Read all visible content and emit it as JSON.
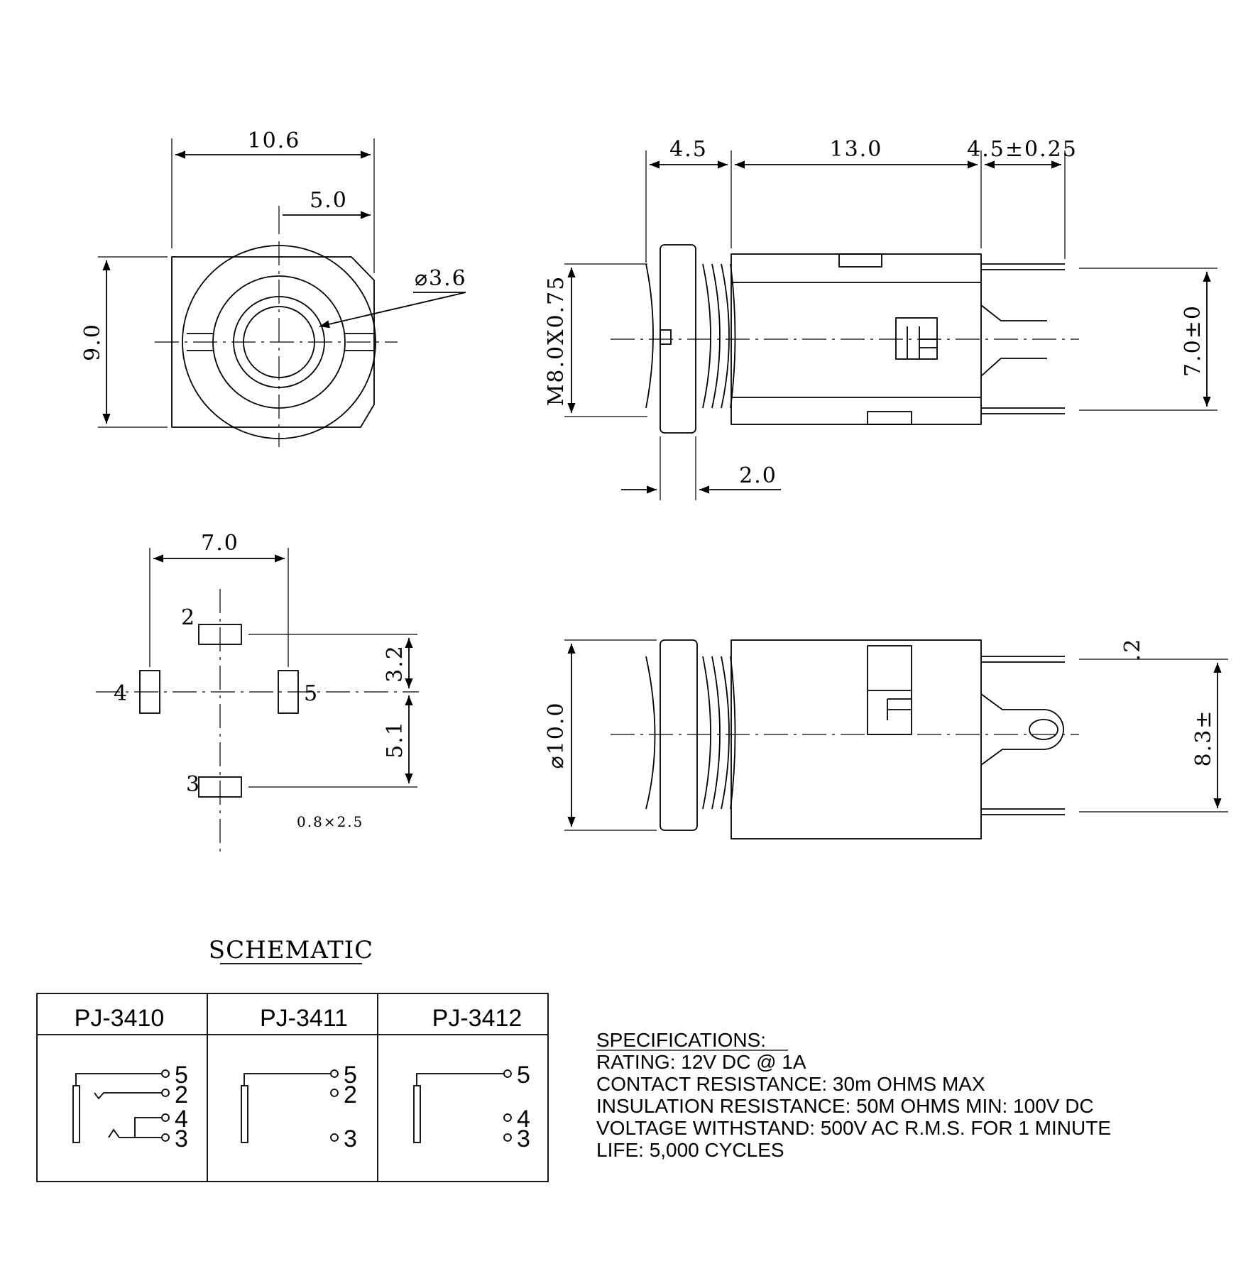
{
  "front_view": {
    "width": "10.6",
    "offset": "5.0",
    "hole": "⌀3.6",
    "height": "9.0"
  },
  "side_view_top": {
    "dim_a": "4.5",
    "dim_b": "13.0",
    "dim_c": "4.5±0.25",
    "thread": "M8.0X0.75",
    "pin_span": "7.0±0",
    "flange": "2.0"
  },
  "pcb_layout": {
    "spacing": "7.0",
    "dim_v1": "3.2",
    "dim_v2": "5.1",
    "pins": [
      "2",
      "4",
      "5",
      "3"
    ],
    "note": "0.8×2.5"
  },
  "side_view_bottom": {
    "diameter": "⌀10.0",
    "small": ".2",
    "pin_span": "8.3±"
  },
  "schematic": {
    "title": "SCHEMATIC",
    "models": [
      "PJ-3410",
      "PJ-3411",
      "PJ-3412"
    ],
    "pins": {
      "p5": "5",
      "p2": "2",
      "p4": "4",
      "p3": "3"
    }
  },
  "specifications": {
    "title": "SPECIFICATIONS:",
    "lines": [
      "RATING: 12V DC @ 1A",
      "CONTACT RESISTANCE: 30m OHMS MAX",
      "INSULATION RESISTANCE: 50M OHMS MIN: 100V DC",
      "VOLTAGE WITHSTAND: 500V AC R.M.S. FOR 1 MINUTE",
      "LIFE: 5,000 CYCLES"
    ]
  }
}
